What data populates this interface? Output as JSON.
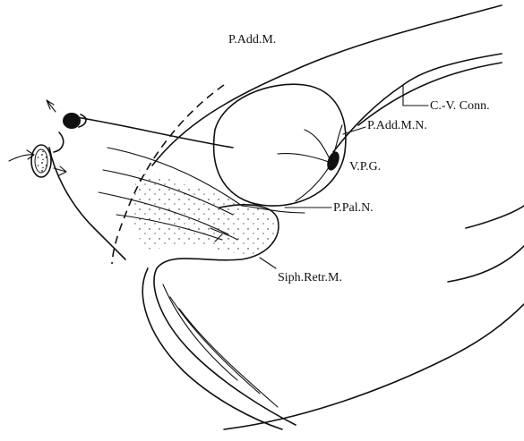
{
  "diagram": {
    "labels": {
      "p_add_m": "P.Add.M.",
      "c_v_conn": "C.-V. Conn.",
      "p_add_m_n": "P.Add.M.N.",
      "v_p_g": "V.P.G.",
      "p_pal_n": "P.Pal.N.",
      "siph_retr_m": "Siph.Retr.M."
    },
    "colors": {
      "ink": "#111111",
      "paper": "#ffffff"
    }
  }
}
